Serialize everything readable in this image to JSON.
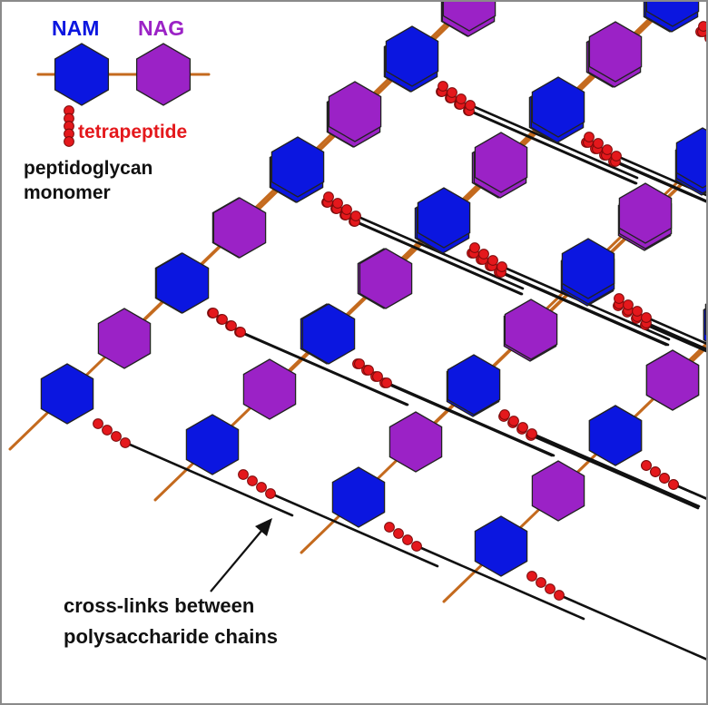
{
  "legend": {
    "nam_label": "NAM",
    "nag_label": "NAG",
    "tetrapeptide_label": "tetrapeptide",
    "monomer_label_line1": "peptidoglycan",
    "monomer_label_line2": "monomer"
  },
  "annotation": {
    "line1": "cross-links between",
    "line2": "polysaccharide chains"
  },
  "colors": {
    "nam": "#0b16e0",
    "nag": "#9b22c6",
    "tetrapeptide": "#e4181c",
    "glycosidic_bond": "#c46a1e",
    "crosslink": "#111111",
    "outline": "#222222"
  }
}
